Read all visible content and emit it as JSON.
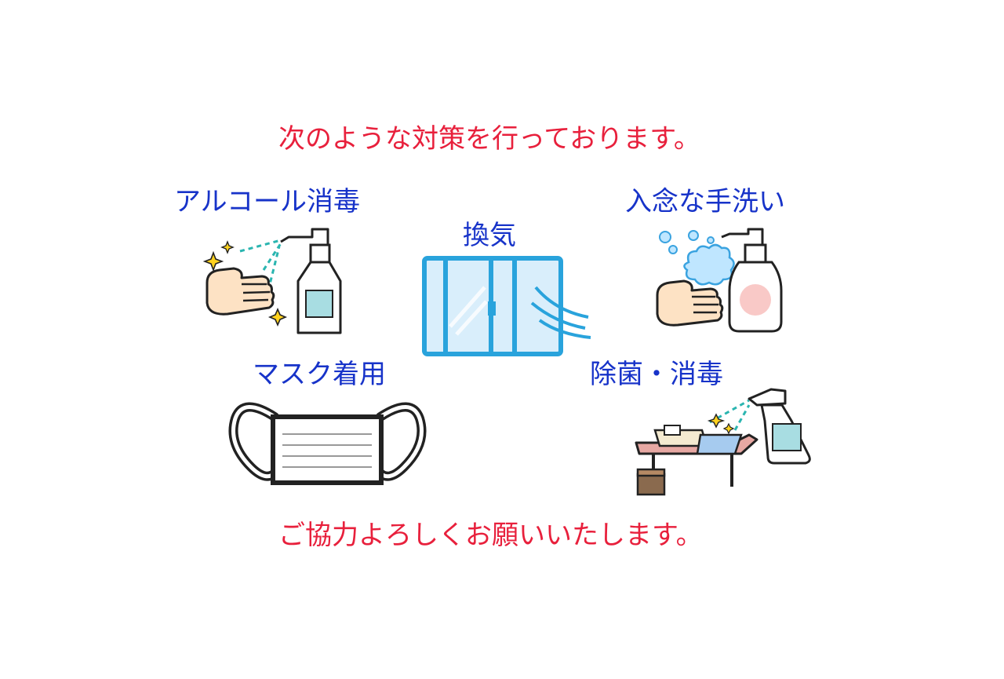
{
  "headline_top": "次のような対策を行っております。",
  "headline_bottom": "ご協力よろしくお願いいたします。",
  "measures": {
    "alcohol": "アルコール消毒",
    "ventilation": "換気",
    "handwash": "入念な手洗い",
    "mask": "マスク着用",
    "sanitize": "除菌・消毒"
  },
  "icons": {
    "alcohol": "alcohol-spray-icon",
    "ventilation": "window-ventilation-icon",
    "handwash": "hand-wash-soap-icon",
    "mask": "face-mask-icon",
    "sanitize": "table-sanitize-spray-icon"
  },
  "colors": {
    "headline": "#e8203c",
    "label": "#1733c9",
    "window": "#29a3dc",
    "teal": "#2ab5b0"
  }
}
